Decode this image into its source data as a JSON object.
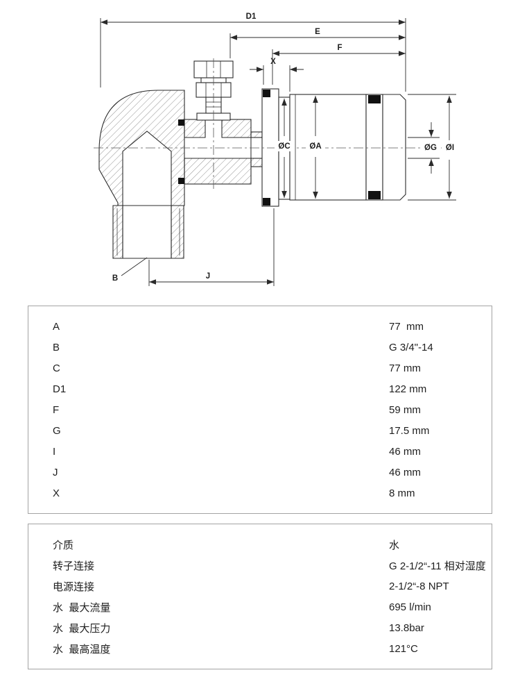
{
  "drawing": {
    "labels": {
      "d1": "D1",
      "e": "E",
      "f": "F",
      "x": "X",
      "c": "ØC",
      "a": "ØA",
      "g": "ØG",
      "i": "ØI",
      "b": "B",
      "j": "J"
    }
  },
  "dimension_table": {
    "rows": [
      {
        "label": "A",
        "value": "77  mm"
      },
      {
        "label": "B",
        "value": "G 3/4\"-14"
      },
      {
        "label": "C",
        "value": "77 mm"
      },
      {
        "label": "D1",
        "value": "122 mm"
      },
      {
        "label": "F",
        "value": "59 mm"
      },
      {
        "label": "G",
        "value": "17.5 mm"
      },
      {
        "label": "I",
        "value": "46 mm"
      },
      {
        "label": "J",
        "value": "46 mm"
      },
      {
        "label": "X",
        "value": "8 mm"
      }
    ]
  },
  "spec_table": {
    "rows": [
      {
        "label": "介质",
        "value": "水"
      },
      {
        "label": "转子连接",
        "value": "G 2-1/2“-11 相对湿度"
      },
      {
        "label": "电源连接",
        "value": "2-1/2“-8 NPT"
      },
      {
        "label": "水  最大流量",
        "value": "695 l/min"
      },
      {
        "label": "水  最大压力",
        "value": "13.8bar"
      },
      {
        "label": "水  最高温度",
        "value": "121°C"
      }
    ]
  },
  "colors": {
    "line": "#2b2b2b",
    "centerline": "#555555",
    "table_border": "#a3a3a3",
    "oring": "#111111"
  }
}
